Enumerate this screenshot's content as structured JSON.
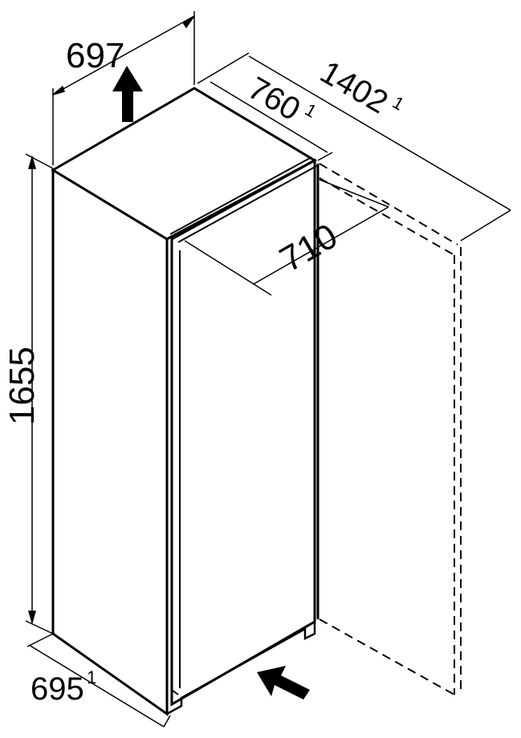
{
  "dimensions": {
    "width": {
      "value": "697",
      "superscript": ""
    },
    "depth_door": {
      "value": "760",
      "superscript": "1"
    },
    "depth_open": {
      "value": "1402",
      "superscript": "1"
    },
    "depth_body": {
      "value": "710",
      "superscript": ""
    },
    "height": {
      "value": "1655",
      "superscript": ""
    },
    "door_swing": {
      "value": "695",
      "superscript": "1"
    }
  },
  "colors": {
    "line": "#000000",
    "background": "#ffffff"
  },
  "icons": {
    "vent_up": "arrow-up-icon",
    "vent_in": "arrow-diagonal-icon"
  }
}
